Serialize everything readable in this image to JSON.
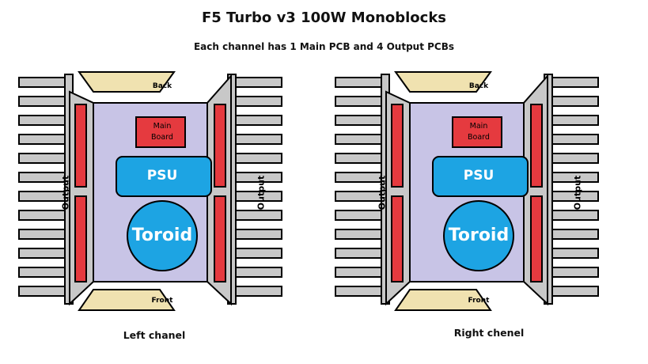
{
  "diagram": {
    "title": "F5 Turbo v3 100W Monoblocks",
    "subtitle": "Each channel has 1 Main PCB and 4 Output PCBs",
    "colors": {
      "heatsink": "#c8c8c8",
      "chassis": "#c8c4e6",
      "pcb": "#e53a3f",
      "psu": "#1da4e3",
      "trapezoid": "#f0e2b0",
      "outline": "#000000"
    },
    "channels": [
      {
        "caption": "Left chanel",
        "back_label": "Back",
        "front_label": "Front",
        "main_board_line1": "Main",
        "main_board_line2": "Board",
        "psu_label": "PSU",
        "toroid_label": "Toroid",
        "output_left_label": "Output",
        "output_right_label": "Output"
      },
      {
        "caption": "Right chenel",
        "back_label": "Back",
        "front_label": "Front",
        "main_board_line1": "Main",
        "main_board_line2": "Board",
        "psu_label": "PSU",
        "toroid_label": "Toroid",
        "output_left_label": "Output",
        "output_right_label": "Output"
      }
    ]
  }
}
